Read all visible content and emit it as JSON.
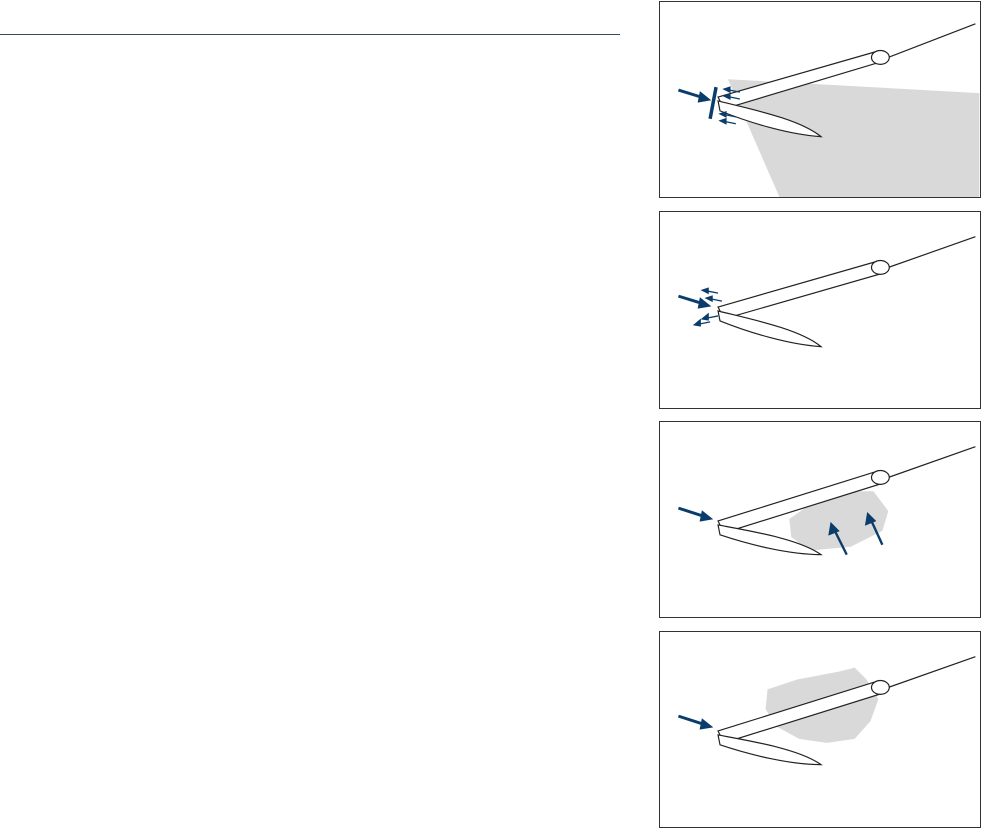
{
  "colors": {
    "accent": "#0a3d6b",
    "shade": "#d9d9d9",
    "outline": "#333333",
    "rule": "#3b4a5e"
  },
  "panels": [
    {
      "id": 1,
      "shade": "wide-wedge",
      "arrows": "impact-splash"
    },
    {
      "id": 2,
      "shade": "none",
      "arrows": "impact-splash"
    },
    {
      "id": 3,
      "shade": "blob-below-shaft",
      "arrows": "push-and-lift"
    },
    {
      "id": 4,
      "shade": "blob-around-shaft",
      "arrows": "push"
    }
  ]
}
